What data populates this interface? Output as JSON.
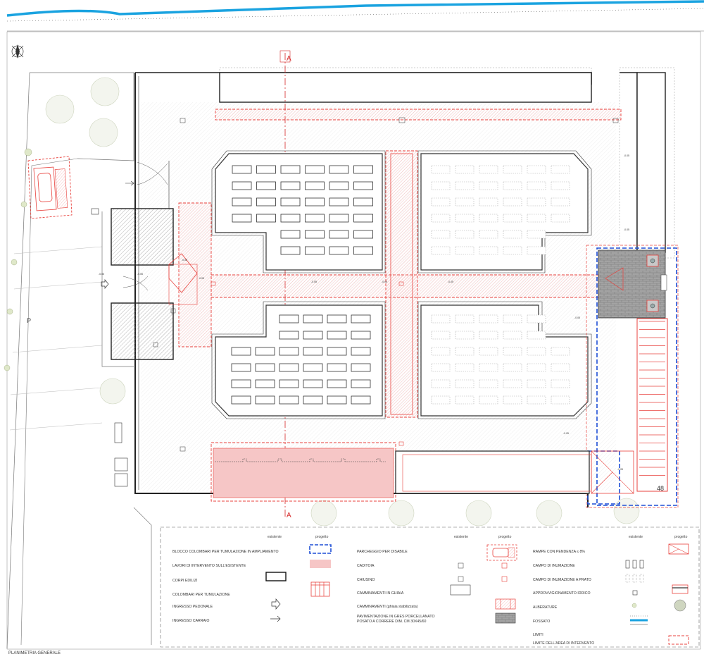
{
  "drawing": {
    "title": "PLANIMETRIA GENERALE",
    "section_label_top": "A",
    "section_label_bottom": "A",
    "parking_label": "P",
    "plot_number": "48"
  },
  "elevations": {
    "e1": "-0.05",
    "e2": "-0.05",
    "e3": "-0.05",
    "e4": "-0.05",
    "e5": "-0.05",
    "e6": "-0.05",
    "e7": "-0.05",
    "e8": "-0.05",
    "e9": "-0.05",
    "e10": "-0.05",
    "e11": "-0.05",
    "e12": "-0.05"
  },
  "legend": {
    "col_headers": {
      "existing": "esistente",
      "project": "progetto"
    },
    "col1": [
      {
        "label": "BLOCCO COLOMBARI PER TUMULAZIONE IN AMPLIAMENTO",
        "symbol": "dashed-blue-rect"
      },
      {
        "label": "LAVORI DI INTERVENTO SULL'ESISTENTE",
        "symbol": "pink-fill"
      },
      {
        "label": "CORPI EDILIZI",
        "symbol": "black-rect"
      },
      {
        "label": "COLOMBARI PER TUMULAZIONE",
        "symbol": "red-columbari"
      },
      {
        "label": "INGRESSO PEDONALE",
        "symbol": "arrow-outline"
      },
      {
        "label": "INGRESSO CARRAIO",
        "symbol": "arrow-thin"
      }
    ],
    "col2": [
      {
        "label": "PARCHEGGIO PER DISABILE",
        "symbol": "red-parking"
      },
      {
        "label": "CADITOIA",
        "symbol": "grate"
      },
      {
        "label": "CHIUSINO",
        "symbol": "manhole"
      },
      {
        "label": "CAMMINAMENTI IN GHIAIA",
        "symbol": "gravel"
      },
      {
        "label": "CAMMINAMENTI (ghiaia stabilizzata)",
        "symbol": "stabilized"
      },
      {
        "label": "PAVIMENTAZIONE IN GRES PORCELLANATO",
        "label2": "POSATO A CORRERE DIM. CM 30X45/60",
        "symbol": "grey-paving"
      }
    ],
    "col3": [
      {
        "label": "RAMPE CON PENDENZA ≤ 8%",
        "symbol": "ramp"
      },
      {
        "label": "CAMPO DI INUMAZIONE",
        "symbol": "inhumation"
      },
      {
        "label": "CAMPO DI INUMAZIONE A PRATO",
        "symbol": "inhumation-lawn"
      },
      {
        "label": "APPROVVIGIONAMENTO IDRICO",
        "symbol": "water"
      },
      {
        "label": "ALBERATURE",
        "symbol": "tree"
      },
      {
        "label": "FOSSATO",
        "symbol": "ditch"
      },
      {
        "label": "LIMITI",
        "symbol": "none"
      },
      {
        "label": "LIMITE DELL'AREA DI INTERVENTO",
        "symbol": "dashed-red-rect"
      }
    ]
  },
  "colors": {
    "ditch": "#1aa3e0",
    "red": "#e8413c",
    "pink": "#f6c6c6",
    "blue": "#1f4fd6",
    "paving": "#9a9a9a",
    "line": "#333333"
  }
}
